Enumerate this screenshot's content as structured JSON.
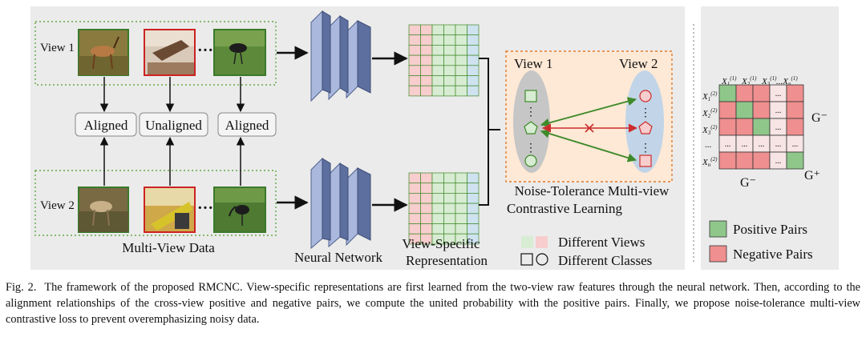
{
  "figure": {
    "multiview": {
      "view1_label": "View 1",
      "view2_label": "View 2",
      "ellipsis": "···",
      "title": "Multi-View Data",
      "align_labels": [
        "Aligned",
        "Unaligned",
        "Aligned"
      ]
    },
    "network": {
      "label": "Neural Network"
    },
    "representation": {
      "label_line1": "View-Specific",
      "label_line2": "Representation"
    },
    "contrastive": {
      "view1_label": "View 1",
      "view2_label": "View 2",
      "title_line1": "Noise-Tolerance Multi-view",
      "title_line2": "Contrastive Learning"
    },
    "legend": {
      "different_views": "Different Views",
      "different_classes": "Different Classes",
      "positive_pairs": "Positive Pairs",
      "negative_pairs": "Negative Pairs"
    },
    "matrix": {
      "col_headers": [
        "X1(1)",
        "X2(1)",
        "X3(1)",
        "...Xn(1)"
      ],
      "row_headers": [
        "X1(2)",
        "X2(2)",
        "X3(2)",
        "...",
        "Xn(2)"
      ],
      "g_minus_right": "G⁻",
      "g_minus_bottom": "G⁻",
      "g_plus": "G⁺"
    },
    "colors": {
      "panel_bg": "#ebebeb",
      "positive": "#8fc78a",
      "negative": "#ef8f8f",
      "green_light": "#d7ecd2",
      "pink_light": "#f7cdcd",
      "blue_light": "#cfe2f0",
      "arrow_green": "#3f8a2a",
      "arrow_red": "#cc2d2d",
      "dash_orange": "#e07b2a",
      "dash_green": "#62a845"
    }
  },
  "caption": {
    "label": "Fig. 2.",
    "text": "The framework of the proposed RMCNC. View-specific representations are first learned from the two-view raw features through the neural network. Then, according to the alignment relationships of the cross-view positive and negative pairs, we compute the united probability with the positive pairs. Finally, we propose noise-tolerance multi-view contrastive loss to prevent overemphasizing noisy data."
  }
}
